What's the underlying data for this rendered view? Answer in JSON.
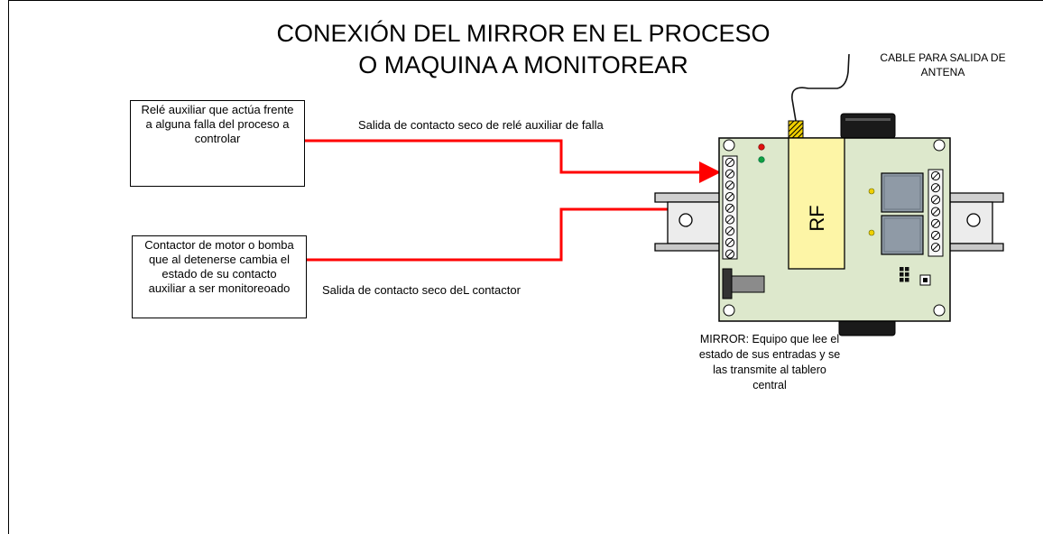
{
  "title": {
    "line1": "CONEXIÓN DEL MIRROR EN EL PROCESO",
    "line2": "O MAQUINA A MONITOREAR"
  },
  "relay_box": {
    "lines": [
      "Relé auxiliar que actúa frente",
      "a alguna falla del proceso a",
      "controlar"
    ]
  },
  "contactor_box": {
    "lines": [
      "Contactor de motor o bomba",
      "que al detenerse cambia el",
      "estado de su contacto",
      "auxiliar a ser monitoreoado"
    ]
  },
  "relay_output_label": "Salida de contacto seco de relé auxiliar de falla",
  "contactor_output_label": "Salida de contacto seco deL contactor",
  "antenna_label": {
    "lines": [
      "CABLE PARA SALIDA DE",
      "ANTENA"
    ]
  },
  "mirror_caption": {
    "lines": [
      "MIRROR: Equipo que lee el",
      "estado de sus entradas y se",
      "las transmite al tablero",
      "central"
    ]
  },
  "rf_module_label": "RF",
  "colors": {
    "wire": "#ff0000",
    "board": "#dde8cc",
    "rf_module": "#fdf5a6",
    "din_rail": "#e6e6e6"
  }
}
